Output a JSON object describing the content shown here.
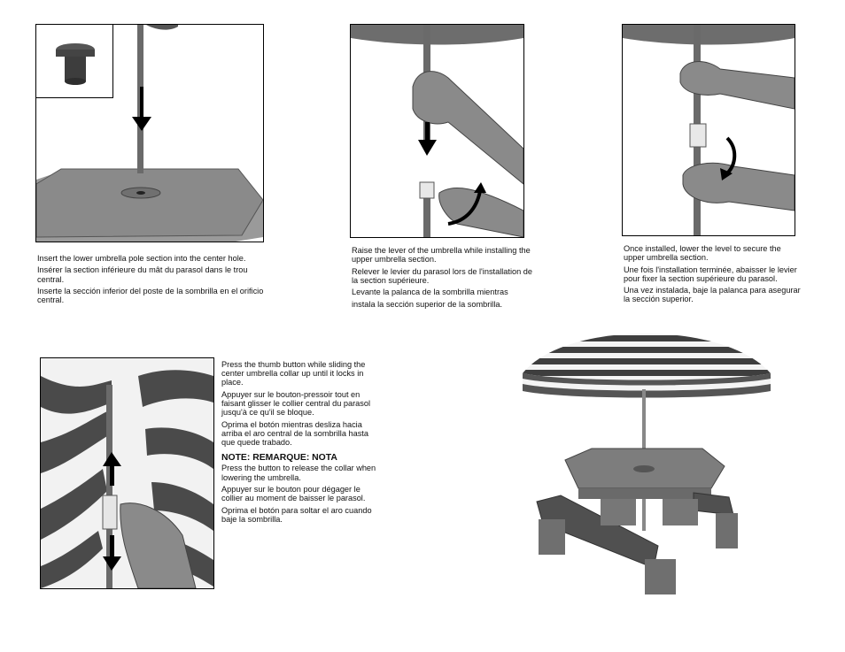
{
  "step1": {
    "lines": [
      "Insert the lower umbrella pole section into the center hole.",
      "Insérer la section inférieure du mât du parasol dans le trou central.",
      "Inserte la sección inferior del poste de la sombrilla en el orificio central."
    ]
  },
  "step2": {
    "lines": [
      "Raise the lever of the umbrella while installing the upper umbrella section.",
      "Relever le levier du parasol lors de l'installation de la section supérieure.",
      "Levante la palanca de la sombrilla mientras",
      "instala la sección superior de la sombrilla."
    ]
  },
  "step3": {
    "lines": [
      "Once installed, lower the level to secure the upper umbrella section.",
      "Une fois l'installation terminée, abaisser le levier pour fixer la section supérieure du parasol.",
      "Una vez instalada, baje la palanca para asegurar la sección superior."
    ]
  },
  "step4": {
    "lines": [
      "Press the thumb button while sliding the center umbrella collar up until it locks in  place.",
      "Appuyer sur le bouton-pressoir tout en faisant glisser le collier central du parasol jusqu'à ce qu'il se bloque.",
      "Oprima el botón mientras desliza hacia arriba el aro central de la sombrilla hasta que quede trabado."
    ],
    "note_title": "NOTE: REMARQUE: NOTA",
    "note_lines": [
      "Press the button to release the collar when lowering the umbrella.",
      "Appuyer sur le bouton pour dégager le collier au moment de baisser le parasol.",
      "Oprima el botón para soltar el aro cuando baje la sombrilla."
    ]
  },
  "colors": {
    "ink": "#111111",
    "pole": "#6a6a6a",
    "table": "#8c8c8c",
    "stripe_dark": "#4a4a4a"
  },
  "icons": [
    "down-arrow-icon",
    "curved-up-arrow-icon",
    "curved-down-arrow-icon",
    "double-arrow-icon"
  ]
}
